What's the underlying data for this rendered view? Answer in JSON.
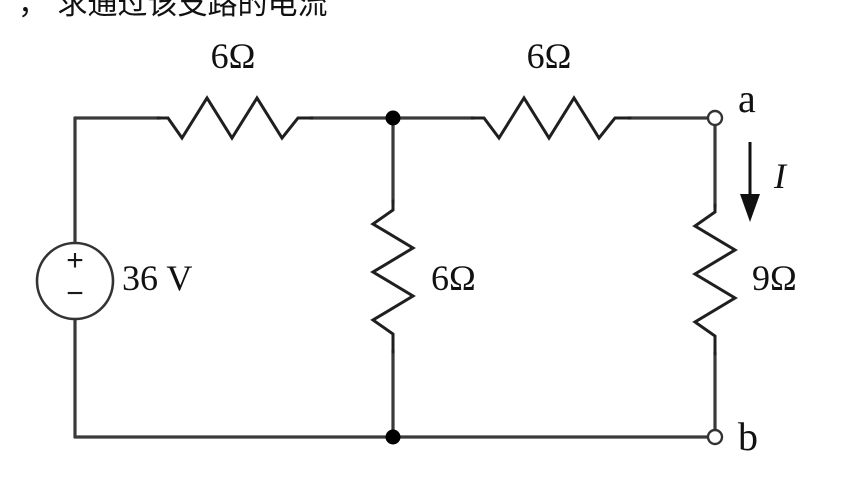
{
  "header": {
    "text": "，     求通过该支路的电流"
  },
  "source": {
    "label": "36 V",
    "plus": "+",
    "minus": "−"
  },
  "resistors": {
    "r_top_left": "6Ω",
    "r_top_right": "6Ω",
    "r_middle": "6Ω",
    "r_right": "9Ω"
  },
  "terminals": {
    "a": "a",
    "b": "b"
  },
  "current": {
    "label": "I"
  }
}
